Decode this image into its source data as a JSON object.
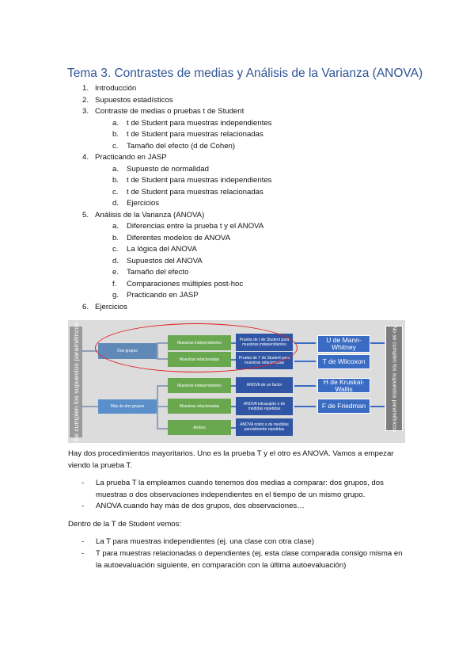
{
  "title": "Tema 3. Contrastes de medias y Análisis de la Varianza (ANOVA)",
  "toc": [
    {
      "n": "1.",
      "t": "Introducción"
    },
    {
      "n": "2.",
      "t": "Supuestos estadísticos"
    },
    {
      "n": "3.",
      "t": "Contraste de medias o pruebas t de Student"
    },
    {
      "n": "a.",
      "t": "t de Student para muestras independientes"
    },
    {
      "n": "b.",
      "t": "t de Student para muestras relacionadas"
    },
    {
      "n": "c.",
      "t": "Tamaño del efecto (d de Cohen)"
    },
    {
      "n": "4.",
      "t": "Practicando en JASP"
    },
    {
      "n": "a.",
      "t": "Supuesto de normalidad"
    },
    {
      "n": "b.",
      "t": "t de Student para muestras independientes"
    },
    {
      "n": "c.",
      "t": "t de Student para muestras relacionadas"
    },
    {
      "n": "d.",
      "t": "Ejercicios"
    },
    {
      "n": "5.",
      "t": "Análisis de la Varianza (ANOVA)"
    },
    {
      "n": "a.",
      "t": "Diferencias entre la prueba t y el ANOVA"
    },
    {
      "n": "b.",
      "t": "Diferentes modelos de ANOVA"
    },
    {
      "n": "c.",
      "t": "La lógica del ANOVA"
    },
    {
      "n": "d.",
      "t": "Supuestos del ANOVA"
    },
    {
      "n": "e.",
      "t": "Tamaño del efecto"
    },
    {
      "n": "f.",
      "t": "Comparaciones múltiples post-hoc"
    },
    {
      "n": "g.",
      "t": "Practicando en JASP"
    },
    {
      "n": "6.",
      "t": "Ejercicios"
    }
  ],
  "diagram": {
    "left_label": "Se cumplen los supuestos paramétricos",
    "right_label": "No se cumplen los supuestos paramétricos",
    "group_two": "Dos grupos",
    "group_more": "Más de dos grupos",
    "green": [
      "Muestras independientes",
      "Muestras relacionadas",
      "Muestras independientes",
      "Muestras relacionadas",
      "Ambos"
    ],
    "blue": [
      "Prueba de t de Student para muestras independientes",
      "Prueba de T de Student para muestras relacionadas",
      "ANOVA de un factor",
      "ANOVA intrasujeto o de medidas repetidas",
      "ANOVA mixto o de medidas parcialmente repetidas"
    ],
    "results": [
      "U de Mann-Whitney",
      "T de Wilcoxon",
      "H de Kruskal-Wallis",
      "F de Friedman"
    ]
  },
  "para1": "Hay dos procedimientos mayoritarios. Uno es la prueba T y el otro es ANOVA. Vamos a empezar viendo la prueba T.",
  "bullets1": [
    "La prueba T la empleamos cuando tenemos dos medias a comparar: dos grupos, dos muestras o dos observaciones independientes en el tiempo de un mismo grupo.",
    "ANOVA cuando hay más de dos grupos, dos observaciones…"
  ],
  "para2": "Dentro de la T de Student vemos:",
  "bullets2": [
    "La T para muestras independientes (ej. una clase con otra clase)",
    "T para muestras relacionadas o dependientes (ej. esta clase comparada consigo misma en la autoevaluación siguiente, en comparación con la última autoevaluación)"
  ],
  "bullet_dash": "-"
}
